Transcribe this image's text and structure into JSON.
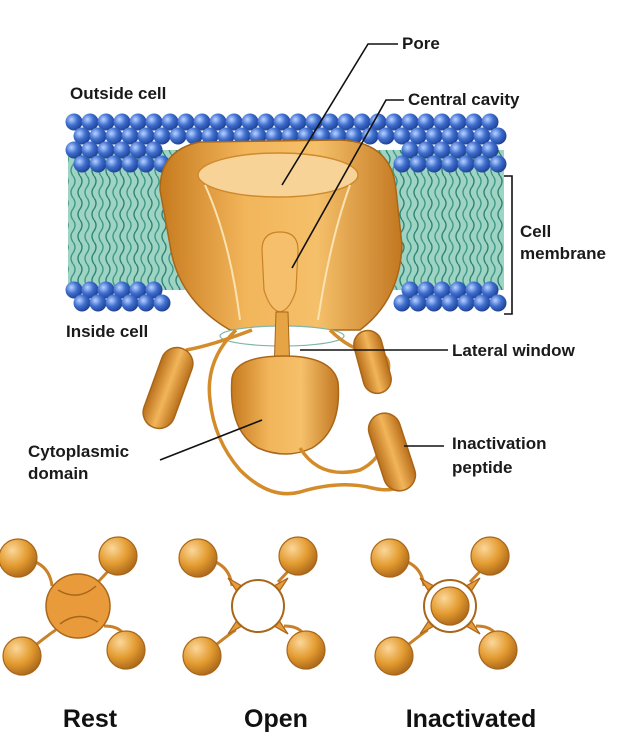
{
  "colors": {
    "protein": "#e09a2e",
    "protein_dark": "#a8661a",
    "protein_light": "#f7c678",
    "head_blue": "#3f6fd0",
    "head_light": "#8fb4f0",
    "tail_green": "#3d9a86",
    "tail_bg": "#8cc8b6",
    "line": "#111111"
  },
  "labels": {
    "outside_cell": "Outside cell",
    "inside_cell": "Inside cell",
    "pore": "Pore",
    "central_cavity": "Central cavity",
    "cell_membrane_1": "Cell",
    "cell_membrane_2": "membrane",
    "lateral_window": "Lateral window",
    "cytoplasmic_domain_1": "Cytoplasmic",
    "cytoplasmic_domain_2": "domain",
    "inactivation_peptide_1": "Inactivation",
    "inactivation_peptide_2": "peptide"
  },
  "states": [
    "Rest",
    "Open",
    "Inactivated"
  ]
}
